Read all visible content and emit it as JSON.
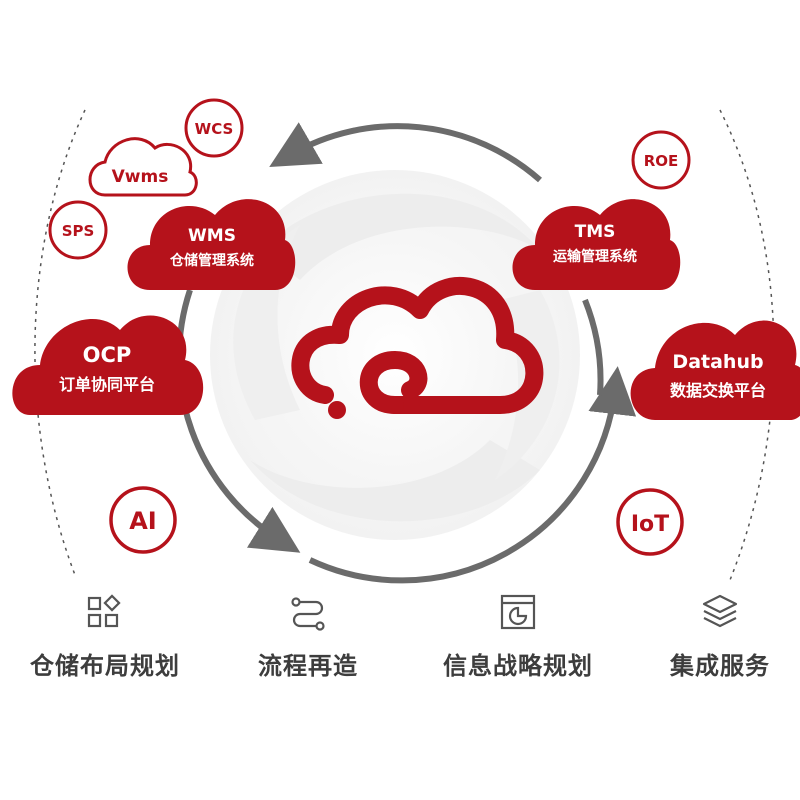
{
  "colors": {
    "accent": "#b5121b",
    "arrow": "#6b6b6b",
    "text": "#3d3d3d"
  },
  "systems": {
    "wms": {
      "title": "WMS",
      "subtitle": "仓储管理系统"
    },
    "tms": {
      "title": "TMS",
      "subtitle": "运输管理系统"
    },
    "ocp": {
      "title": "OCP",
      "subtitle": "订单协同平台"
    },
    "datahub": {
      "title": "Datahub",
      "subtitle": "数据交换平台"
    }
  },
  "tags": {
    "wcs": "WCS",
    "vwms": "Vwms",
    "sps": "SPS",
    "roe": "ROE",
    "ai": "AI",
    "iot": "IoT"
  },
  "features": [
    {
      "label": "仓储布局规划",
      "icon": "grid-layout-icon"
    },
    {
      "label": "流程再造",
      "icon": "process-flow-icon"
    },
    {
      "label": "信息战略规划",
      "icon": "strategy-chart-icon"
    },
    {
      "label": "集成服务",
      "icon": "layers-icon"
    }
  ]
}
